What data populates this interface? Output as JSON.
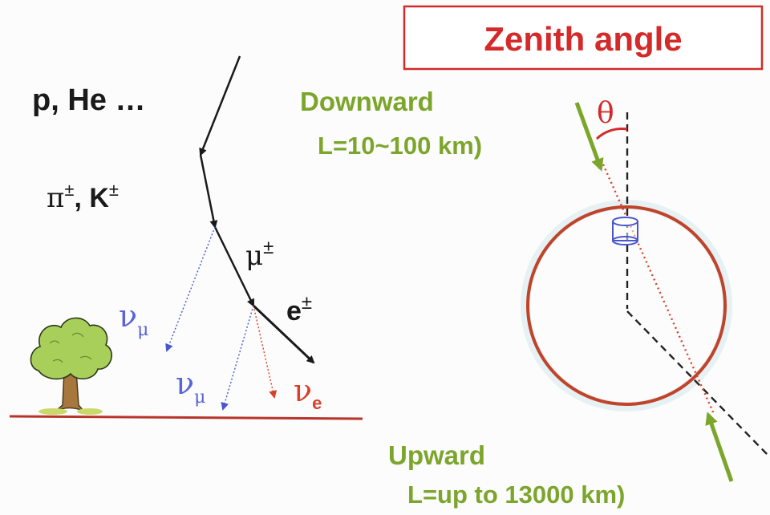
{
  "title": "Zenith angle",
  "primaries": "p, He …",
  "mesons": {
    "symbol": "π",
    "sep": ", ",
    "kaon": "K",
    "charge": "±"
  },
  "muon": {
    "symbol": "μ",
    "charge": "±"
  },
  "electron": {
    "symbol": "e",
    "charge": "±"
  },
  "neutrinos": [
    {
      "symbol": "ν",
      "sub": "μ"
    },
    {
      "symbol": "ν",
      "sub": "μ"
    },
    {
      "symbol": "ν",
      "sub": "e"
    }
  ],
  "downward": {
    "label": "Downward",
    "length_prefix": "L",
    "length_text": "=10~100 km)"
  },
  "upward": {
    "label": "Upward",
    "length_prefix": "L",
    "length_text": "=up to 13000 km)"
  },
  "angle_symbol": "θ",
  "colors": {
    "title_red": "#d42a2a",
    "earth": "#c0432a",
    "green": "#7ca52b",
    "blue": "#4a55d0",
    "nu_blue": "#5a63d8",
    "nu_e_red": "#d8402a",
    "ground": "#b8342a",
    "tree_leaf": "#a7cf5a",
    "trunk": "#a8773e"
  }
}
